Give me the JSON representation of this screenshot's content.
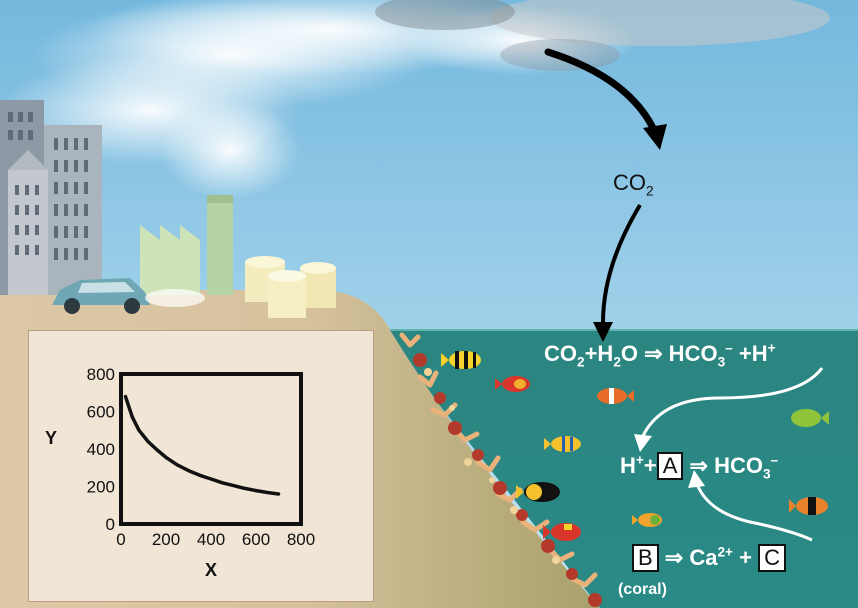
{
  "labels": {
    "co2": "CO",
    "co2_sub": "2",
    "eq1": {
      "p1": "CO",
      "s1": "2",
      "p2": "+H",
      "s2": "2",
      "p3": "O ⇒ HCO",
      "sub_a": "3",
      "sup_a": "–",
      "p4": " +H",
      "sup_b": "+"
    },
    "eq2": {
      "p1": "H",
      "sup1": "+",
      "p2": "+",
      "box": "A",
      "p3": " ⇒ HCO",
      "sub": "3",
      "sup2": "–"
    },
    "eq3": {
      "box1": "B",
      "p1": " ⇒ Ca",
      "sup": "2+",
      "p2": " + ",
      "box2": "C"
    },
    "coral": "(coral)"
  },
  "colors": {
    "sky_top": "#76b9de",
    "sky_bottom": "#bfe2f2",
    "sea": "#2f8a86",
    "land": "#d8c4a2",
    "plot_bg": "#f1e6d6",
    "arrow": "#000000"
  },
  "chart_data": {
    "type": "line",
    "title": "",
    "xlabel": "X",
    "ylabel": "Y",
    "xlim": [
      0,
      800
    ],
    "ylim": [
      0,
      800
    ],
    "xticks": [
      "0",
      "200",
      "400",
      "600",
      "800"
    ],
    "yticks": [
      "0",
      "200",
      "400",
      "600",
      "800"
    ],
    "grid": false,
    "series": [
      {
        "x": [
          20,
          50,
          80,
          120,
          160,
          200,
          250,
          300,
          350,
          400,
          450,
          500,
          550,
          600,
          650,
          700
        ],
        "y": [
          680,
          570,
          500,
          440,
          395,
          355,
          315,
          285,
          260,
          240,
          220,
          205,
          190,
          178,
          168,
          160
        ]
      }
    ]
  }
}
